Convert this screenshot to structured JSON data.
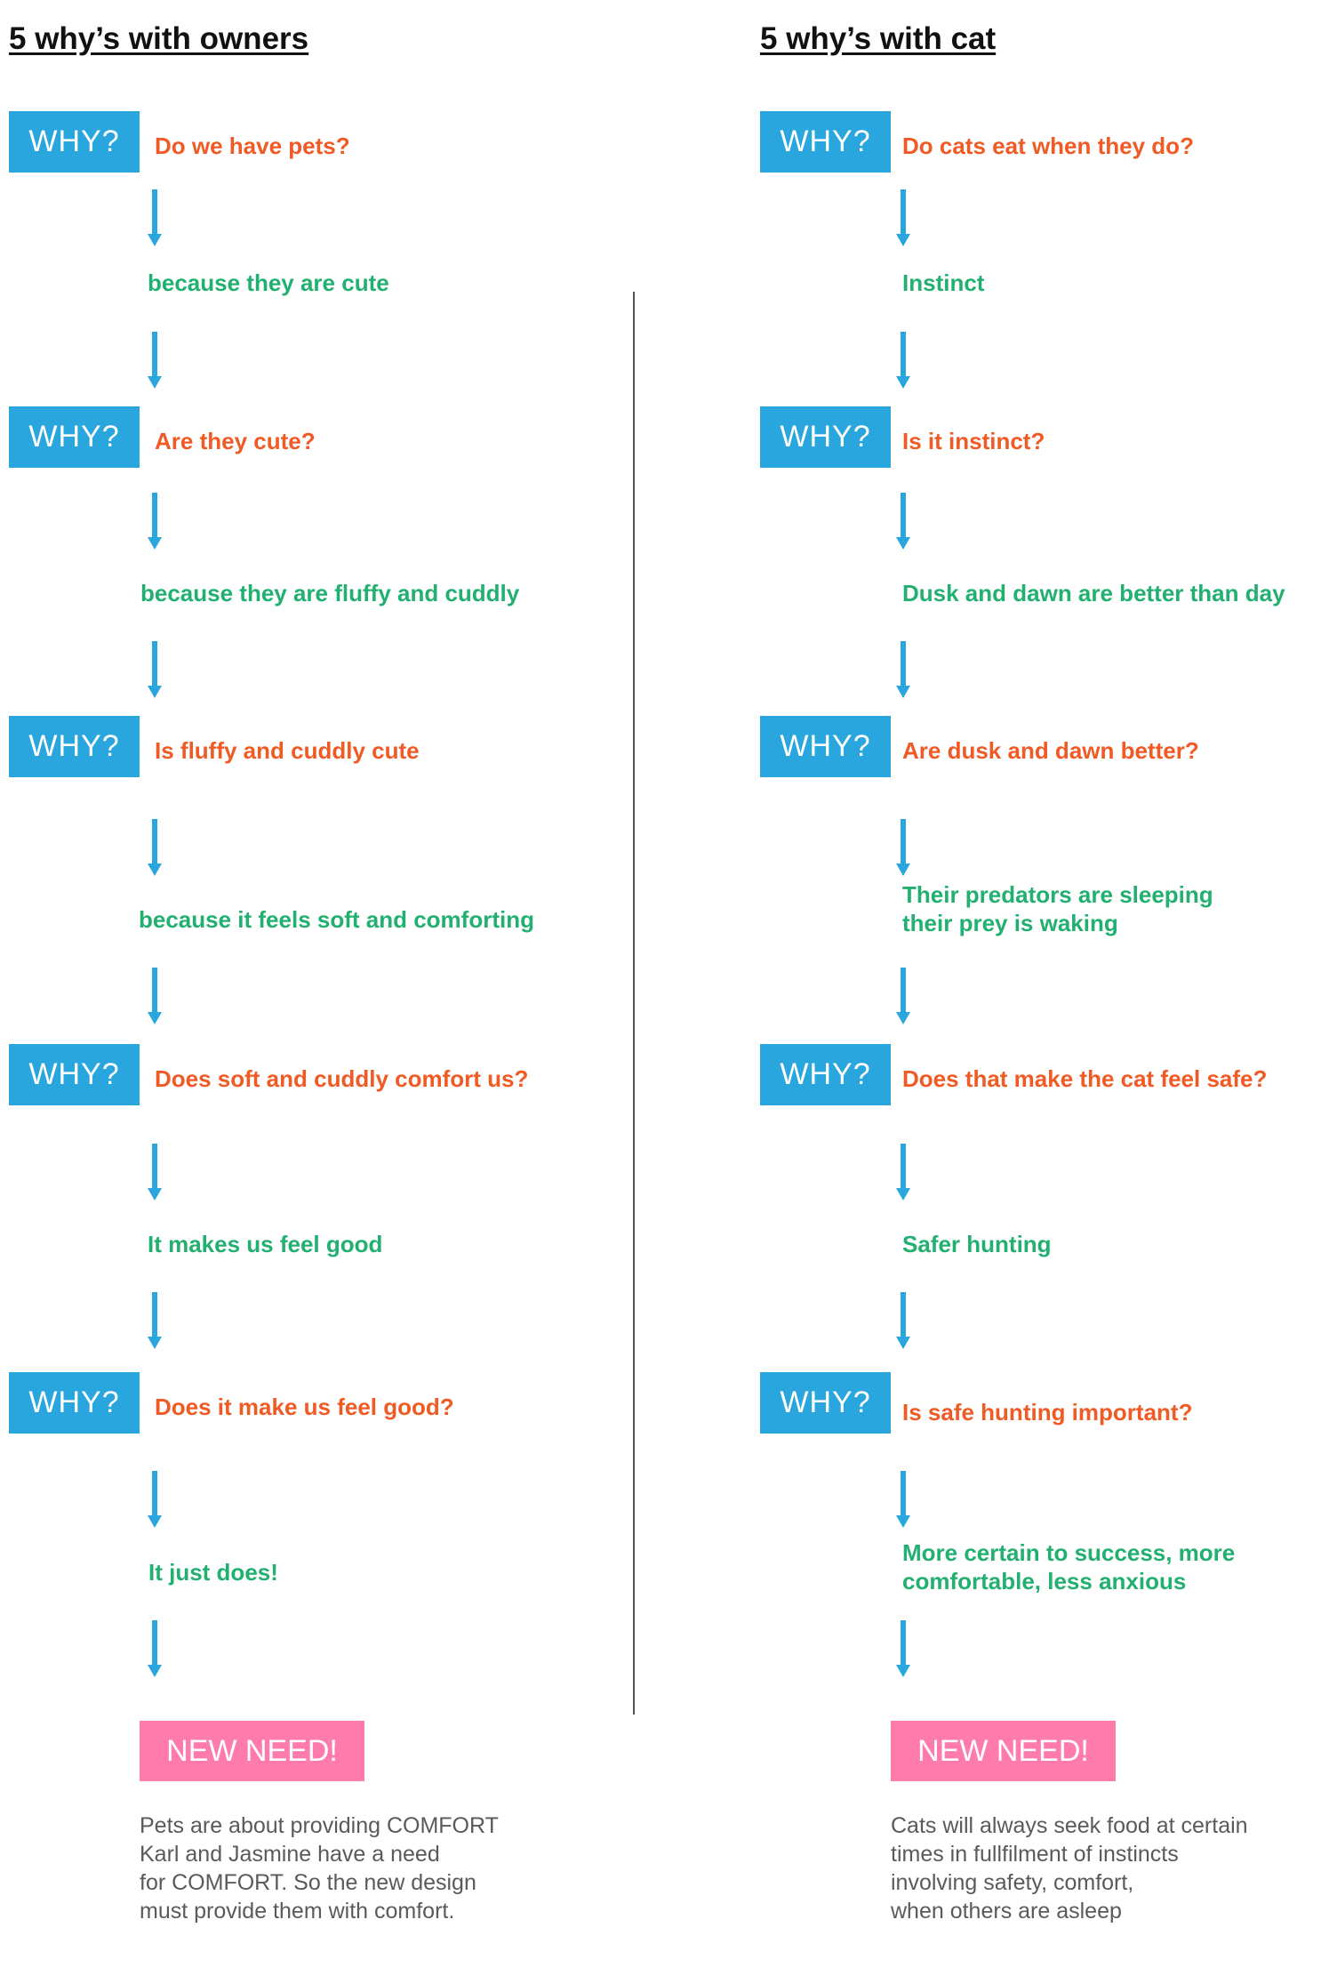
{
  "colors": {
    "why_box": "#29a6de",
    "question": "#f05a24",
    "answer": "#22b070",
    "arrow": "#29a6de",
    "need_box": "#ff7bab",
    "summary": "#5a5a5a"
  },
  "why_label": "WHY?",
  "left": {
    "title": "5 why’s with owners",
    "steps": [
      {
        "question": "Do we have pets?",
        "answer": [
          "because they are cute"
        ]
      },
      {
        "question": "Are they cute?",
        "answer": [
          "because they are fluffy and cuddly"
        ]
      },
      {
        "question": "Is fluffy and cuddly cute",
        "answer": [
          "because it feels soft and comforting"
        ]
      },
      {
        "question": "Does soft and cuddly comfort us?",
        "answer": [
          "It makes us feel good"
        ]
      },
      {
        "question": "Does it make us feel good?",
        "answer": [
          "It just does!"
        ]
      }
    ],
    "need_label": "NEW NEED!",
    "summary": [
      "Pets are about providing COMFORT",
      "Karl and Jasmine have a need",
      "for COMFORT. So the new design",
      "must provide them with comfort."
    ]
  },
  "right": {
    "title": "5 why’s with cat",
    "steps": [
      {
        "question": "Do cats eat when they do?",
        "answer": [
          "Instinct"
        ]
      },
      {
        "question": "Is it instinct?",
        "answer": [
          "Dusk and dawn are better than day"
        ]
      },
      {
        "question": "Are dusk and dawn better?",
        "answer": [
          "Their predators are sleeping",
          "their prey is waking"
        ]
      },
      {
        "question": "Does that make the cat feel safe?",
        "answer": [
          "Safer hunting"
        ]
      },
      {
        "question": "Is safe hunting important?",
        "answer": [
          "More certain to success, more",
          "comfortable, less anxious"
        ]
      }
    ],
    "need_label": "NEW NEED!",
    "summary": [
      "Cats will always seek food at certain",
      "times in fullfilment of instincts",
      "involving safety, comfort,",
      "when others are asleep"
    ]
  }
}
